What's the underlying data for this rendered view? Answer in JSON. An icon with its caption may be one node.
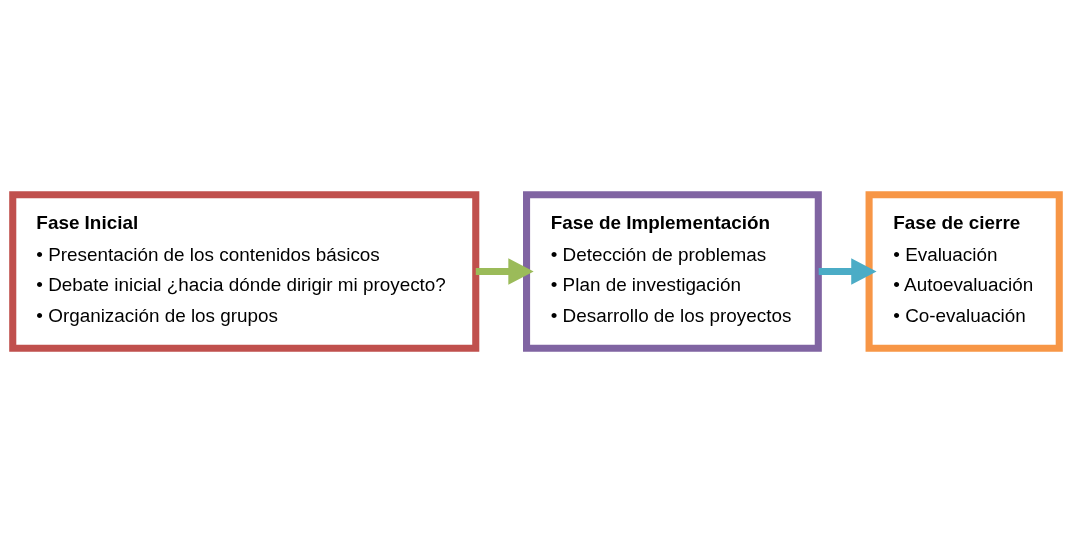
{
  "diagram": {
    "nodes": [
      {
        "text": [
          "Fase Inicial",
          "• Presentación de los contenidos básicos",
          "• Debate inicial ¿hacia dónde dirigir mi proyecto?",
          "• Organización de los grupos"
        ]
      },
      {
        "text": [
          "Fase de Implementación",
          "• Detección de problemas",
          "• Plan de investigación",
          "• Desarrollo de los proyectos"
        ]
      },
      {
        "text": [
          "Fase de cierre",
          "• Evaluación",
          "• Autoevaluación",
          "• Co-evaluación"
        ]
      }
    ],
    "edges": [
      {
        "from": 0,
        "to": 1,
        "arrow": "to",
        "color": "#9bbb59"
      },
      {
        "from": 1,
        "to": 2,
        "arrow": "to",
        "color": "#4bacc6"
      }
    ]
  }
}
